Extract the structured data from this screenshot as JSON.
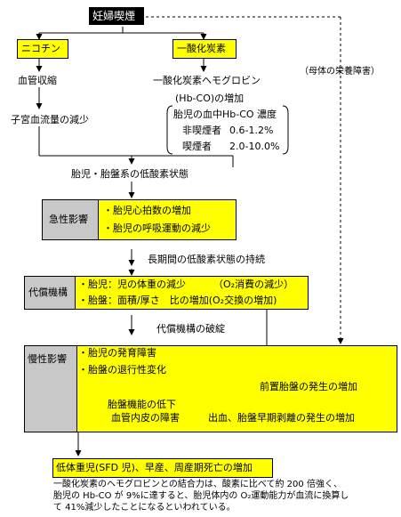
{
  "top": {
    "smoking": "妊婦喫煙"
  },
  "nicotine": {
    "title": "ニコチン",
    "vasoconstriction": "血管収縮",
    "uterine_flow": "子宮血流量の減少"
  },
  "co": {
    "title": "一酸化炭素",
    "line1": "一酸化炭素ヘモグロビン",
    "line2": "(Hb-CO)の増加",
    "conc_title": "胎児の血中Hb-CO 濃度",
    "nonsmoker_label": "非喫煙者",
    "nonsmoker_value": "0.6-1.2%",
    "smoker_label": "喫煙者",
    "smoker_value": "2.0-10.0%"
  },
  "maternal_nutrition": "（母体の栄養障害）",
  "hypoxia": "胎児・胎盤系の低酸素状態",
  "acute": {
    "label": "急性影響",
    "item1": "・胎児心拍数の増加",
    "item2": "・胎児の呼吸運動の減少"
  },
  "prolonged": "長期間の低酸素状態の持続",
  "compensation": {
    "label": "代償機構",
    "item1": "・胎児：児の体重の減少",
    "item1_note": "（O₂消費の減少）",
    "item2": "・胎盤：面積/厚さ　比の増加(O₂交換の増加)"
  },
  "breakdown": "代償機構の破綻",
  "chronic": {
    "label": "慢性影響",
    "item1": "・胎児の発育障害",
    "item2": "・胎盤の退行性変化",
    "placenta_function": "胎盤機能の低下",
    "previa": "前置胎盤の発生の増加",
    "endothelium": "血管内皮の障害",
    "bleeding": "出血、胎盤早期剥離の発生の増加"
  },
  "outcome": "低体重児(SFD 児)、早産、周産期死亡の増加",
  "footnote": {
    "line1": "一酸化炭素のヘモグロビンとの結合力は、酸素に比べて約 200 倍強く、",
    "line2": "胎児の Hb-CO が 9%に達すると、胎児体内の O₂運動能力が血流に換算し",
    "line3": "て 41%減少したことになるといわれている。"
  }
}
